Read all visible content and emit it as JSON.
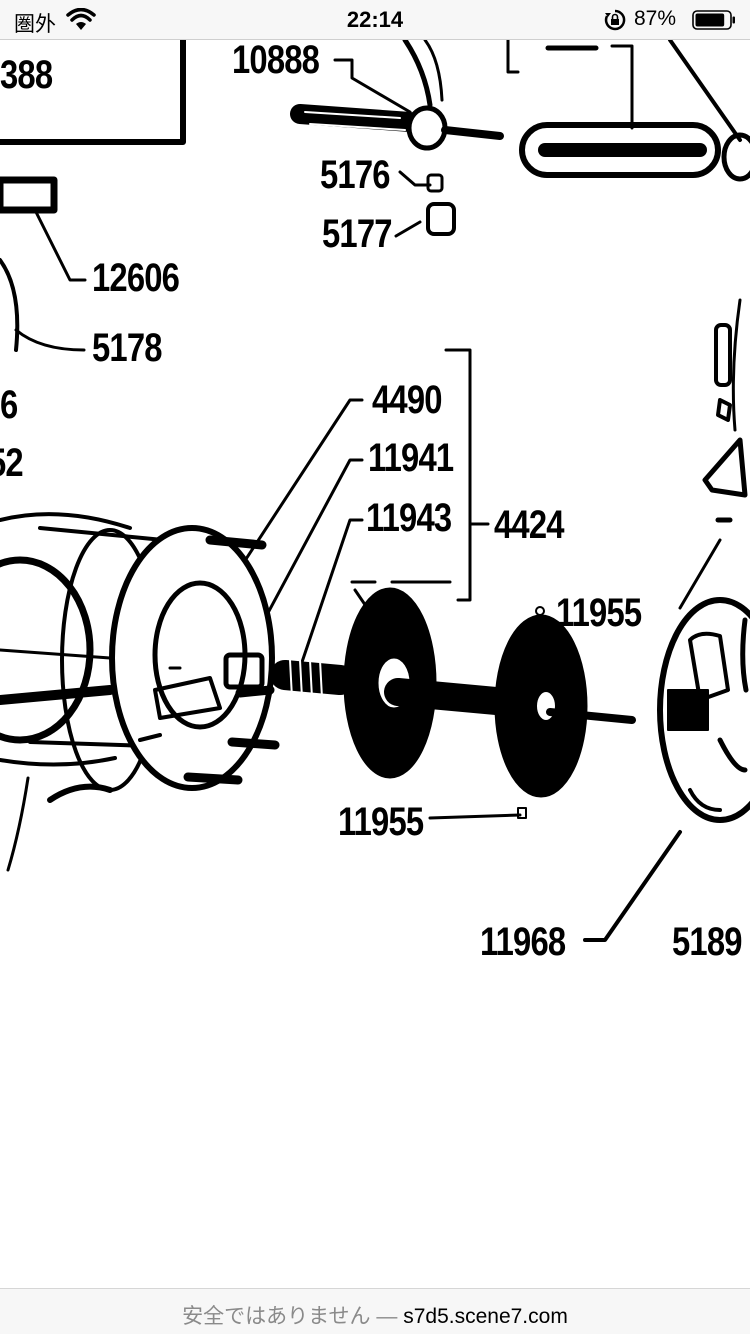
{
  "status_bar": {
    "carrier": "圏外",
    "time": "22:14",
    "battery_percent": "87%",
    "battery_level": 0.87,
    "icons": [
      "wifi-icon",
      "orientation-lock-icon",
      "battery-icon"
    ]
  },
  "diagram": {
    "labels": {
      "l_388": "388",
      "l_10888": "10888",
      "l_5176": "5176",
      "l_5177": "5177",
      "l_12606": "12606",
      "l_5178": "5178",
      "l_6": "6",
      "l_52": "52",
      "l_4490": "4490",
      "l_11941": "11941",
      "l_11943": "11943",
      "l_4424": "4424",
      "l_11955_top": "11955",
      "l_11955_bottom": "11955",
      "l_11968": "11968",
      "l_5189": "5189"
    }
  },
  "bottom_bar": {
    "warning": "安全ではありません",
    "separator": " — ",
    "domain": "s7d5.scene7.com"
  }
}
